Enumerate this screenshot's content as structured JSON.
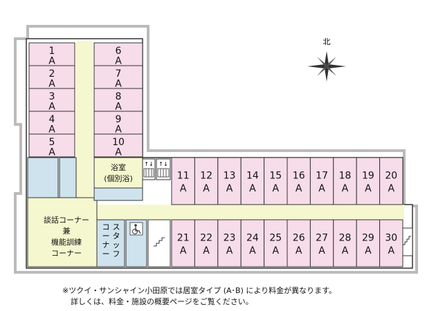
{
  "north_label": "北",
  "rooms_west": [
    {
      "num": "1",
      "type": "A"
    },
    {
      "num": "2",
      "type": "A"
    },
    {
      "num": "3",
      "type": "A"
    },
    {
      "num": "4",
      "type": "A"
    },
    {
      "num": "5",
      "type": "A"
    }
  ],
  "rooms_mid": [
    {
      "num": "6",
      "type": "A"
    },
    {
      "num": "7",
      "type": "A"
    },
    {
      "num": "8",
      "type": "A"
    },
    {
      "num": "9",
      "type": "A"
    },
    {
      "num": "10",
      "type": "A"
    }
  ],
  "rooms_north": [
    {
      "num": "11",
      "type": "A"
    },
    {
      "num": "12",
      "type": "A"
    },
    {
      "num": "13",
      "type": "A"
    },
    {
      "num": "14",
      "type": "A"
    },
    {
      "num": "15",
      "type": "A"
    },
    {
      "num": "16",
      "type": "A"
    },
    {
      "num": "17",
      "type": "A"
    },
    {
      "num": "18",
      "type": "A"
    },
    {
      "num": "19",
      "type": "A"
    },
    {
      "num": "20",
      "type": "A"
    }
  ],
  "rooms_south": [
    {
      "num": "21",
      "type": "A"
    },
    {
      "num": "22",
      "type": "A"
    },
    {
      "num": "23",
      "type": "A"
    },
    {
      "num": "24",
      "type": "A"
    },
    {
      "num": "25",
      "type": "A"
    },
    {
      "num": "26",
      "type": "A"
    },
    {
      "num": "27",
      "type": "A"
    },
    {
      "num": "28",
      "type": "A"
    },
    {
      "num": "29",
      "type": "A"
    },
    {
      "num": "30",
      "type": "A"
    }
  ],
  "bath": {
    "line1": "浴室",
    "line2": "(個別浴)"
  },
  "lounge": {
    "line1": "談話コーナー",
    "line2": "兼",
    "line3": "機能訓練",
    "line4": "コーナー"
  },
  "staff": {
    "col1": "スタッフ",
    "col2": "コーナー"
  },
  "notes": {
    "line1": "※ツクイ・サンシャイン小田原では居室タイプ (A･B) により料金が異なります。",
    "line2": "詳しくは、料金・施設の概要ページをご覧ください。"
  },
  "colors": {
    "room": "#f7dcea",
    "corridor": "#f5f7cf",
    "service": "#cfe3ee",
    "wall": "#333333",
    "outer_shadow": "#c8c8c8"
  }
}
